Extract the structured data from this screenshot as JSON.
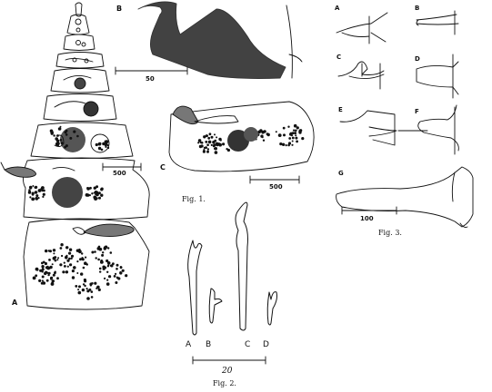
{
  "figure1": {
    "caption": "Fig. 1.",
    "labels": {
      "A": "A",
      "B": "B",
      "C": "C"
    },
    "scales": {
      "b": "50",
      "a": "500",
      "c": "500"
    }
  },
  "figure2": {
    "caption": "Fig. 2.",
    "labels": {
      "A": "A",
      "B": "B",
      "C": "C",
      "D": "D"
    },
    "scale": "20"
  },
  "figure3": {
    "caption": "Fig. 3.",
    "labels": {
      "A": "A",
      "B": "B",
      "C": "C",
      "D": "D",
      "E": "E",
      "F": "F",
      "G": "G"
    },
    "scale": "100"
  }
}
